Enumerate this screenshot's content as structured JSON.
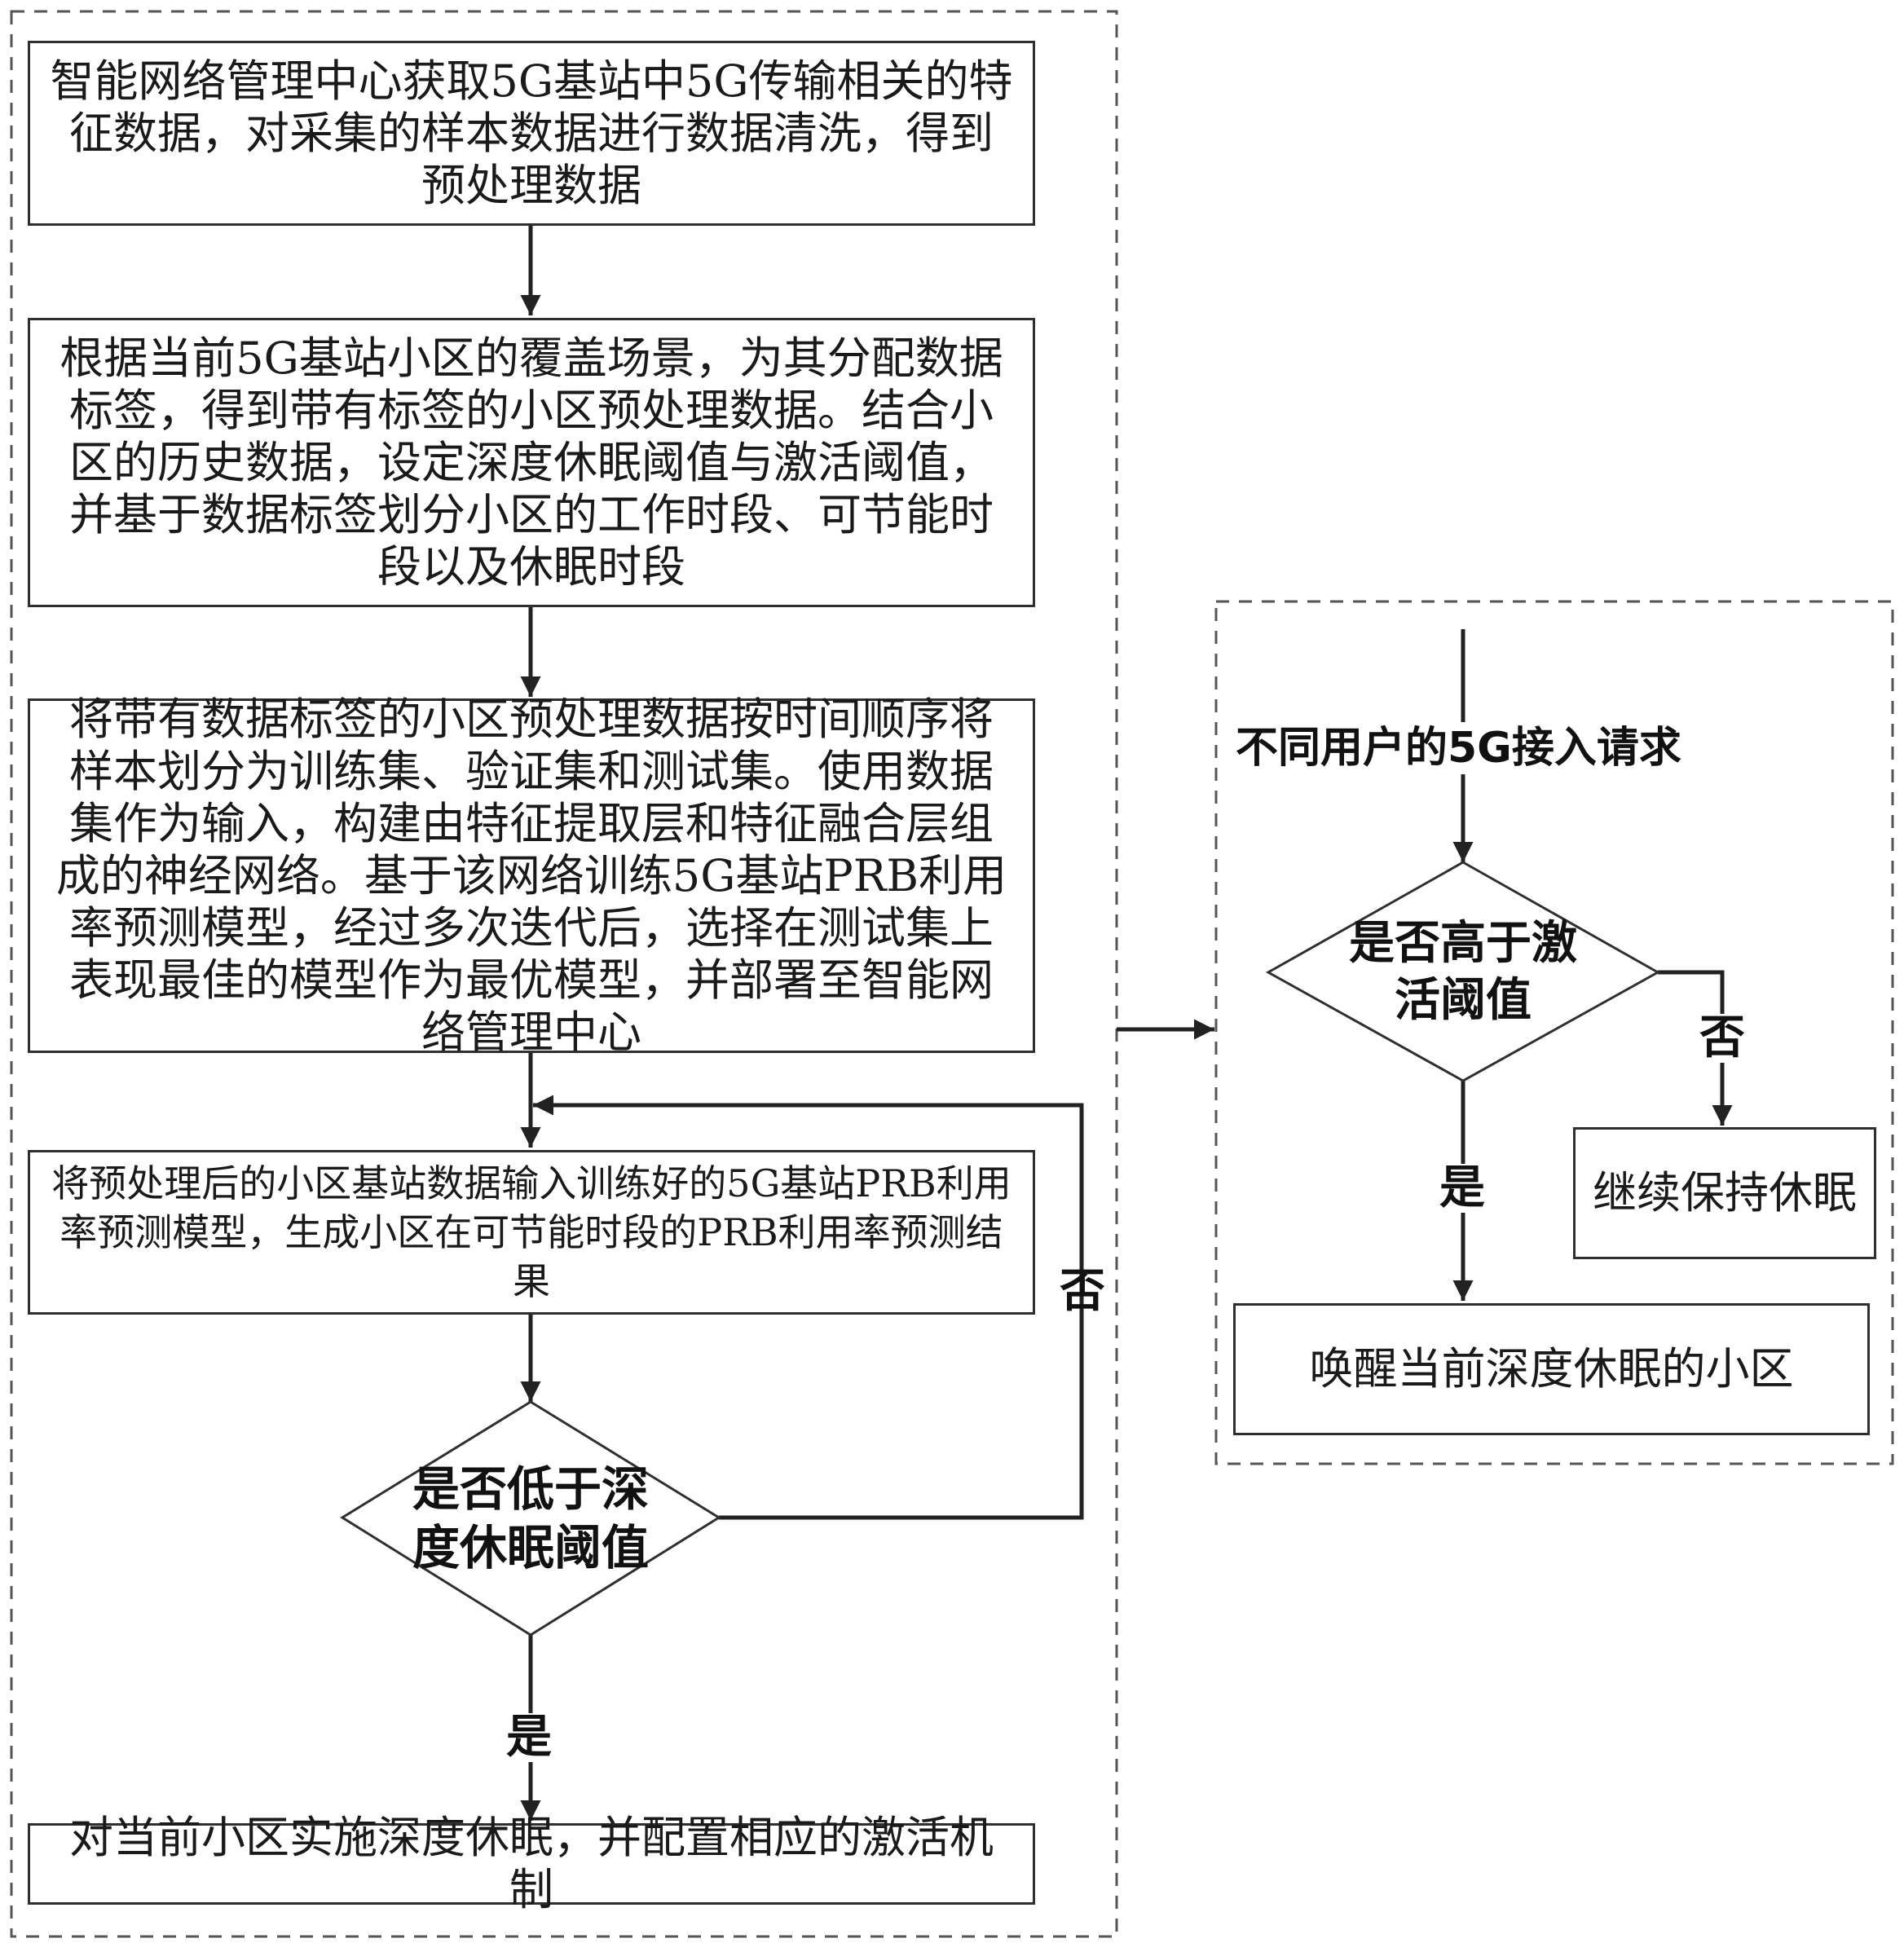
{
  "left_panel": {
    "step1": "智能网络管理中心获取5G基站中5G传输相关的特征数据，对采集的样本数据进行数据清洗，得到预处理数据",
    "step2": "根据当前5G基站小区的覆盖场景，为其分配数据标签，得到带有标签的小区预处理数据。结合小区的历史数据，设定深度休眠阈值与激活阈值，并基于数据标签划分小区的工作时段、可节能时段以及休眠时段",
    "step3": "将带有数据标签的小区预处理数据按时间顺序将样本划分为训练集、验证集和测试集。使用数据集作为输入，构建由特征提取层和特征融合层组成的神经网络。基于该网络训练5G基站PRB利用率预测模型，经过多次迭代后，选择在测试集上表现最佳的模型作为最优模型，并部署至智能网络管理中心",
    "step4": "将预处理后的小区基站数据输入训练好的5G基站PRB利用率预测模型，生成小区在可节能时段的PRB利用率预测结果",
    "decision": "是否低于深度休眠阈值",
    "no_label": "否",
    "yes_label": "是",
    "step5": "对当前小区实施深度休眠，并配置相应的激活机制"
  },
  "right_panel": {
    "request": "不同用户的5G接入请求",
    "decision": "是否高于激活阈值",
    "no_label": "否",
    "yes_label": "是",
    "keep_sleep": "继续保持休眠",
    "wake": "唤醒当前深度休眠的小区"
  }
}
